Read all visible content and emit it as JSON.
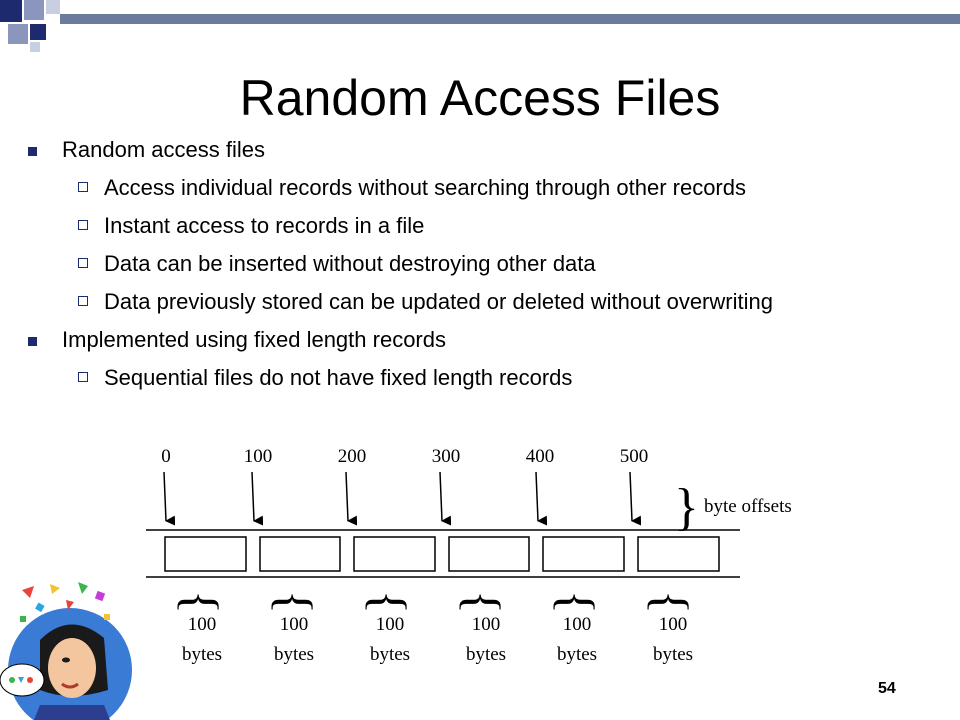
{
  "slide": {
    "title": "Random Access Files",
    "page_number": "54",
    "bullets": [
      {
        "text": "Random access files",
        "sub": [
          "Access individual records without searching through other records",
          "Instant access to records in a file",
          "Data can be inserted without destroying other data",
          "Data previously stored can be updated or deleted without overwriting"
        ]
      },
      {
        "text": "Implemented using fixed length records",
        "sub": [
          "Sequential files do not have fixed length records"
        ]
      }
    ]
  },
  "diagram": {
    "offsets": [
      "0",
      "100",
      "200",
      "300",
      "400",
      "500"
    ],
    "offset_label": "byte offsets",
    "record_sizes": [
      {
        "num": "100",
        "unit": "bytes"
      },
      {
        "num": "100",
        "unit": "bytes"
      },
      {
        "num": "100",
        "unit": "bytes"
      },
      {
        "num": "100",
        "unit": "bytes"
      },
      {
        "num": "100",
        "unit": "bytes"
      },
      {
        "num": "100",
        "unit": "bytes"
      }
    ]
  },
  "colors": {
    "accent": "#1e2a6e",
    "corner": "#6b7a9f"
  }
}
